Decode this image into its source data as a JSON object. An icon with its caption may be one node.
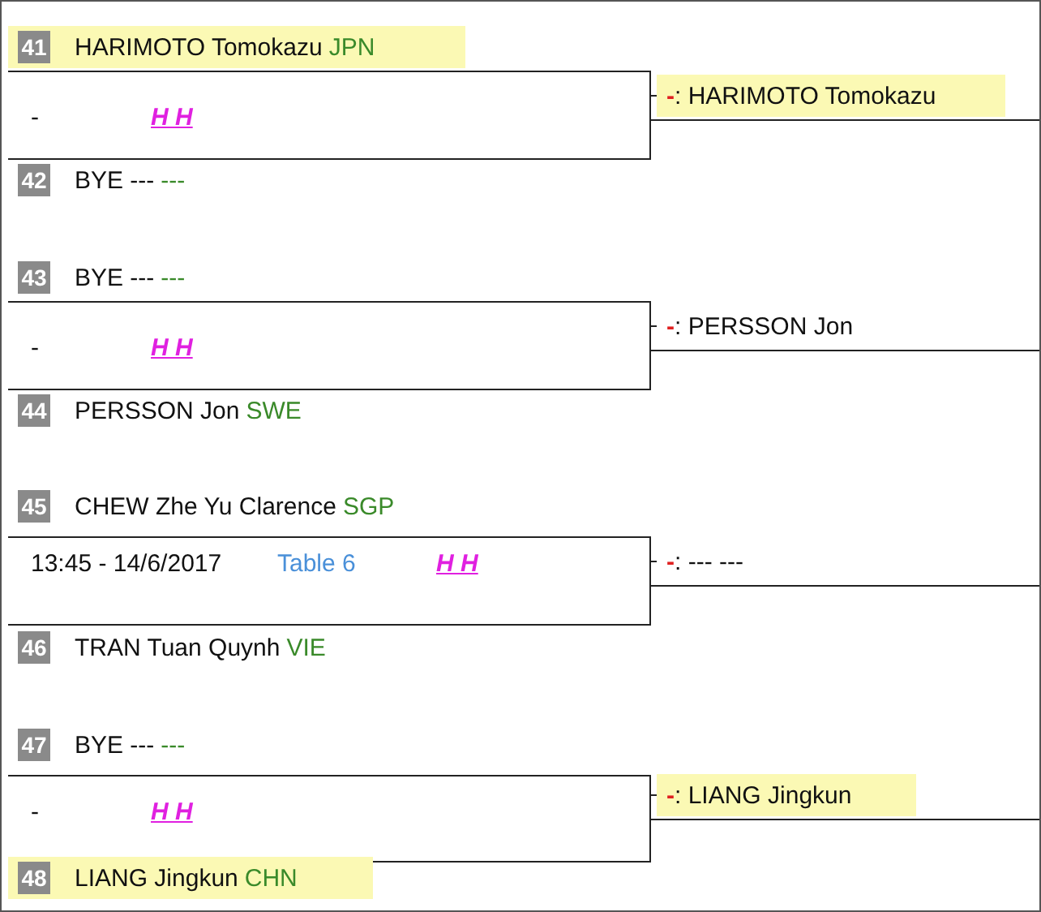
{
  "diagram": {
    "nodes": [
      {
        "text": [
          "41",
          "HARIMOTO Tomokazu",
          "JPN"
        ]
      },
      {
        "text": [
          "-",
          ": HARIMOTO Tomokazu"
        ]
      },
      {
        "text": [
          "42",
          "BYE ---",
          "---"
        ]
      },
      {
        "text": [
          "43",
          "BYE ---",
          "---"
        ]
      },
      {
        "text": [
          "-",
          ": PERSSON Jon"
        ]
      },
      {
        "text": [
          "44",
          "PERSSON Jon",
          "SWE"
        ]
      },
      {
        "text": [
          "45",
          "CHEW Zhe Yu Clarence",
          "SGP"
        ]
      },
      {
        "text": [
          "-",
          ": --- ---"
        ]
      },
      {
        "text": [
          "46",
          "TRAN Tuan Quynh",
          "VIE"
        ]
      },
      {
        "text": [
          "47",
          "BYE ---",
          "---"
        ]
      },
      {
        "text": [
          "-",
          ": LIANG Jingkun"
        ]
      },
      {
        "text": [
          "48",
          "LIANG Jingkun",
          "CHN"
        ]
      }
    ],
    "edges": [
      {
        "from": 0,
        "to": 1,
        "arrow": "none"
      },
      {
        "from": 2,
        "to": 1,
        "arrow": "none"
      },
      {
        "from": 3,
        "to": 4,
        "arrow": "none"
      },
      {
        "from": 5,
        "to": 4,
        "arrow": "none"
      },
      {
        "from": 6,
        "to": 7,
        "arrow": "none"
      },
      {
        "from": 8,
        "to": 7,
        "arrow": "none"
      },
      {
        "from": 9,
        "to": 10,
        "arrow": "none"
      },
      {
        "from": 11,
        "to": 10,
        "arrow": "none"
      }
    ],
    "labels": [
      "-",
      "H H",
      "-",
      "H H",
      "13:45 - 14/6/2017",
      "Table 6",
      "H H",
      "-",
      "H H"
    ]
  }
}
